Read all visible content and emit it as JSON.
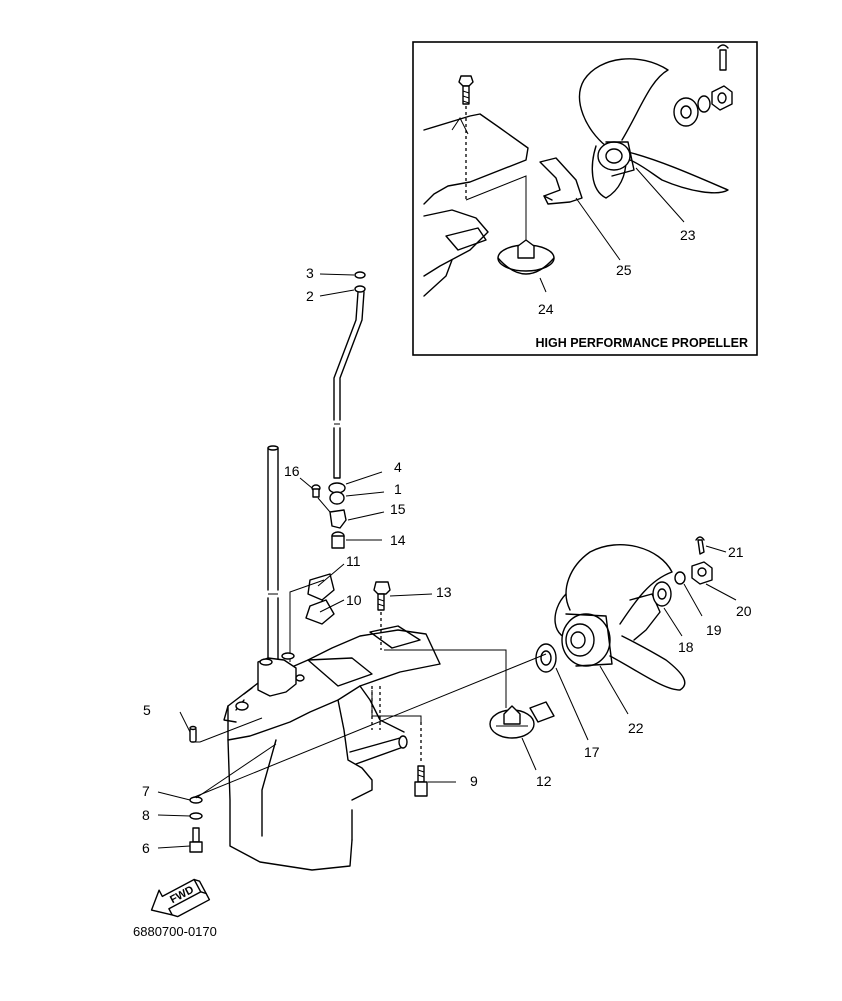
{
  "inset": {
    "title": "HIGH PERFORMANCE PROPELLER",
    "callouts": [
      "23",
      "24",
      "25"
    ]
  },
  "callouts": [
    "1",
    "2",
    "3",
    "4",
    "5",
    "6",
    "7",
    "8",
    "9",
    "10",
    "11",
    "12",
    "13",
    "14",
    "15",
    "16",
    "17",
    "18",
    "19",
    "20",
    "21",
    "22"
  ],
  "fwd_label": "FWD",
  "drawing_number": "6880700-0170"
}
